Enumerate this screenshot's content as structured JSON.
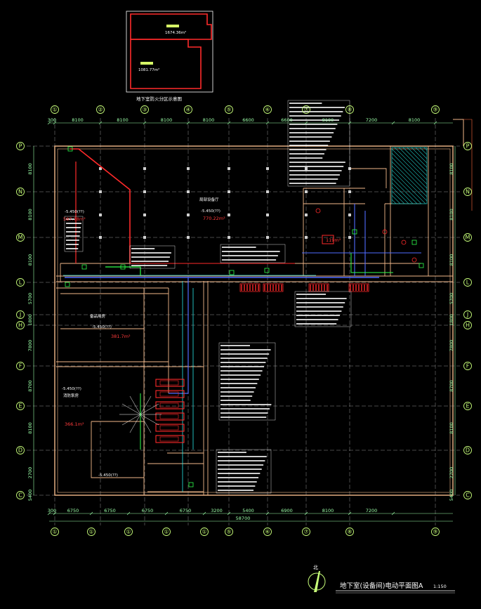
{
  "drawing": {
    "title": "地下室(设备间)电动平面图A",
    "scale": "1:150",
    "north_label": "北"
  },
  "key_plan": {
    "caption": "地下室防火分区示意图",
    "zone_upper_area": "1674.36m²",
    "zone_lower_area": "1081.77m²"
  },
  "grid": {
    "columns": [
      "①",
      "②",
      "③",
      "④",
      "⑤",
      "⑥",
      "⑦",
      "⑧",
      "⑨"
    ],
    "bottom_columns": [
      "①",
      "①",
      "①",
      "①",
      "①",
      "⑤",
      "⑥",
      "⑦",
      "⑧",
      "⑨"
    ],
    "rows": [
      "P",
      "N",
      "M",
      "L",
      "J",
      "H",
      "F",
      "E",
      "D",
      "C"
    ],
    "top_dims": [
      "300",
      "8100",
      "8100",
      "8100",
      "8100",
      "6600",
      "6600",
      "8100",
      "7200",
      "8100"
    ],
    "bottom_dims": [
      "300",
      "6750",
      "6750",
      "6750",
      "6750",
      "3200",
      "5400",
      "6900",
      "8100",
      "7200"
    ],
    "bottom_total": "58700",
    "side_dims": [
      "8100",
      "8100",
      "8100",
      "5700",
      "1800",
      "7800",
      "8700",
      "8100",
      "2700",
      "5400"
    ]
  },
  "rooms": {
    "room_1": {
      "level": "-5.450(??)",
      "area": "587.78m²"
    },
    "room_2": {
      "name": "局部设备厅",
      "level": "-5.450(??)",
      "area": "770.22m²"
    },
    "room_3": {
      "name": "备品用房",
      "level": "-5.450(??)",
      "area": "381.7m²"
    },
    "room_4": {
      "level": "-5.450(??)",
      "name": "消防泵房",
      "area": "366.1m²"
    },
    "room_5": {
      "level": "-5.450(??)"
    },
    "room_6": {
      "area": "119m²"
    }
  },
  "colors": {
    "background": "#000000",
    "wall": "#f2b98a",
    "grid_line": "#ffffff",
    "bubble": "#c8ff7a",
    "dimension": "#9bffa8",
    "red_pipe": "#ff2a2a",
    "blue_pipe": "#4f6bff",
    "cyan": "#27e6e6",
    "green": "#2fff4a",
    "hatch": "#1fb7b2"
  }
}
